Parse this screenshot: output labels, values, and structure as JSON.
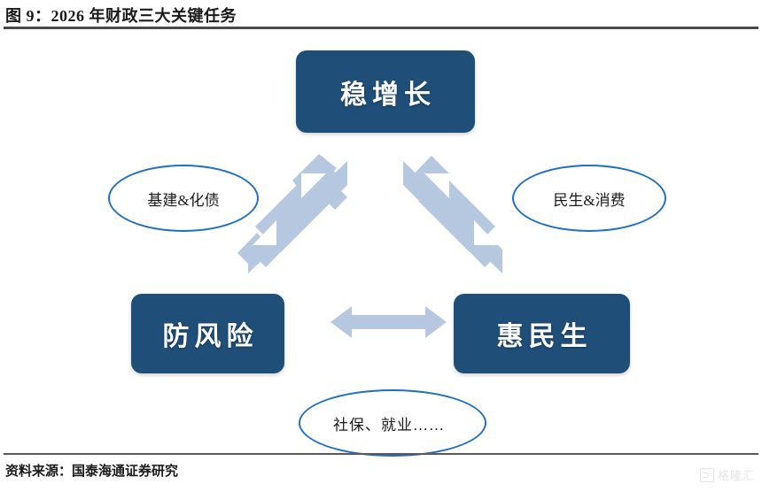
{
  "figure": {
    "title": "图 9：2026 年财政三大关键任务",
    "source_note": "资料来源：国泰海通证券研究"
  },
  "diagram_data": {
    "type": "relationship-triangle",
    "node_fill_color": "#1F4E79",
    "node_text_color": "#FFFFFF",
    "ellipse_stroke_color": "#1F6FC4",
    "arrow_color": "#B6C7E0",
    "boxes": [
      {
        "id": "growth",
        "label": "稳增长",
        "position": "top"
      },
      {
        "id": "risk",
        "label": "防风险",
        "position": "bottom-left"
      },
      {
        "id": "welfare",
        "label": "惠民生",
        "position": "bottom-right"
      }
    ],
    "ellipses": [
      {
        "id": "infra",
        "label": "基建&化债",
        "position": "left"
      },
      {
        "id": "consume",
        "label": "民生&消费",
        "position": "right"
      },
      {
        "id": "social",
        "label": "社保、就业……",
        "position": "bottom"
      }
    ],
    "arrows": [
      {
        "id": "growth-risk",
        "from": "稳增长",
        "to": "防风险",
        "style": "double-headed",
        "orientation": "diagonal-left"
      },
      {
        "id": "growth-welfare",
        "from": "稳增长",
        "to": "惠民生",
        "style": "double-headed",
        "orientation": "diagonal-right"
      },
      {
        "id": "risk-welfare",
        "from": "防风险",
        "to": "惠民生",
        "style": "double-headed",
        "orientation": "horizontal"
      }
    ]
  },
  "watermark": {
    "text": "格隆汇",
    "icon": "gelonghui-logo-icon"
  }
}
